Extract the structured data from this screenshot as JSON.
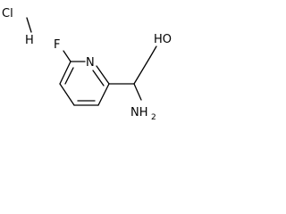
{
  "molecule": {
    "salt": {
      "label": "ClH",
      "atoms": {
        "cl": "Cl",
        "h": "H"
      }
    },
    "atoms": {
      "fluorine": "F",
      "ring_nitrogen": "N",
      "hydroxyl": "HO",
      "amine_main": "NH",
      "amine_sub": "2"
    }
  }
}
